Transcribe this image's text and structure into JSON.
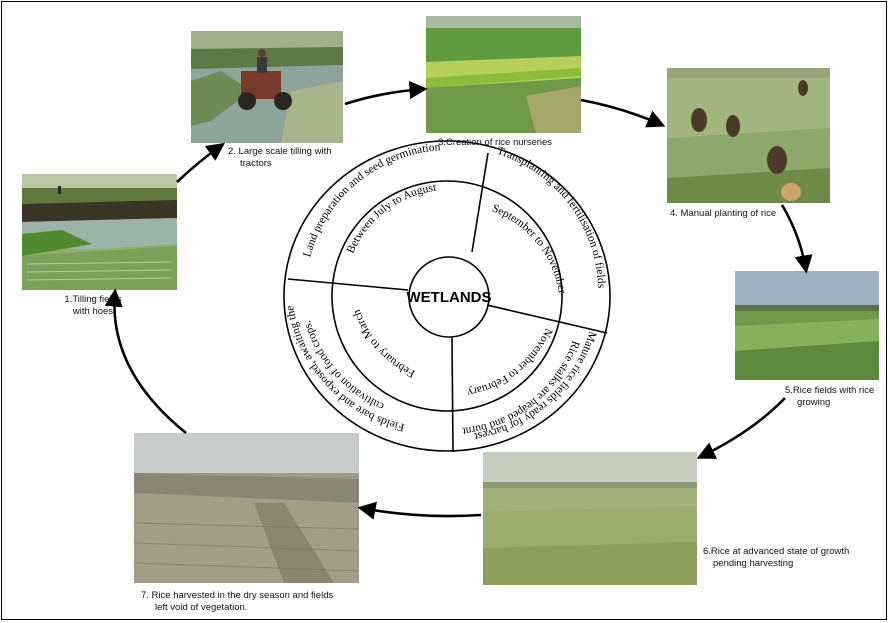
{
  "diagram": {
    "center_label": "WETLANDS",
    "seasons": [
      {
        "period": "Between July to August",
        "activity": "Land preparation and seed germination"
      },
      {
        "period": "September to November",
        "activity": "Transplanting and fertilisation of fields"
      },
      {
        "period": "November to February",
        "activity": "Mature rice fields ready for harvest",
        "activity2": "Rice stalks are heaped and burnt"
      },
      {
        "period": "February to March",
        "activity": "Fields bare and exposed, awaiting the",
        "activity2": "cultivation of food crops."
      }
    ],
    "stages": [
      {
        "number": "1.",
        "caption": [
          "1.Tilling fields",
          "with hoes"
        ],
        "photo": "tilling-fields-photo"
      },
      {
        "number": "2.",
        "caption": [
          "2. Large scale tilling with",
          "tractors"
        ],
        "photo": "tractor-tilling-photo"
      },
      {
        "number": "3.",
        "caption": [
          "3.Creation of rice nurseries"
        ],
        "photo": "rice-nursery-photo"
      },
      {
        "number": "4.",
        "caption": [
          "4. Manual planting of rice"
        ],
        "photo": "manual-planting-photo"
      },
      {
        "number": "5.",
        "caption": [
          "5.Rice fields with rice",
          "growing"
        ],
        "photo": "rice-growing-photo"
      },
      {
        "number": "6.",
        "caption": [
          "6.Rice at advanced state of growth",
          "pending harvesting"
        ],
        "photo": "advanced-rice-photo"
      },
      {
        "number": "7.",
        "caption": [
          "7.  Rice harvested in the dry season and fields",
          "left void of vegetation."
        ],
        "photo": "harvested-field-photo"
      }
    ]
  }
}
